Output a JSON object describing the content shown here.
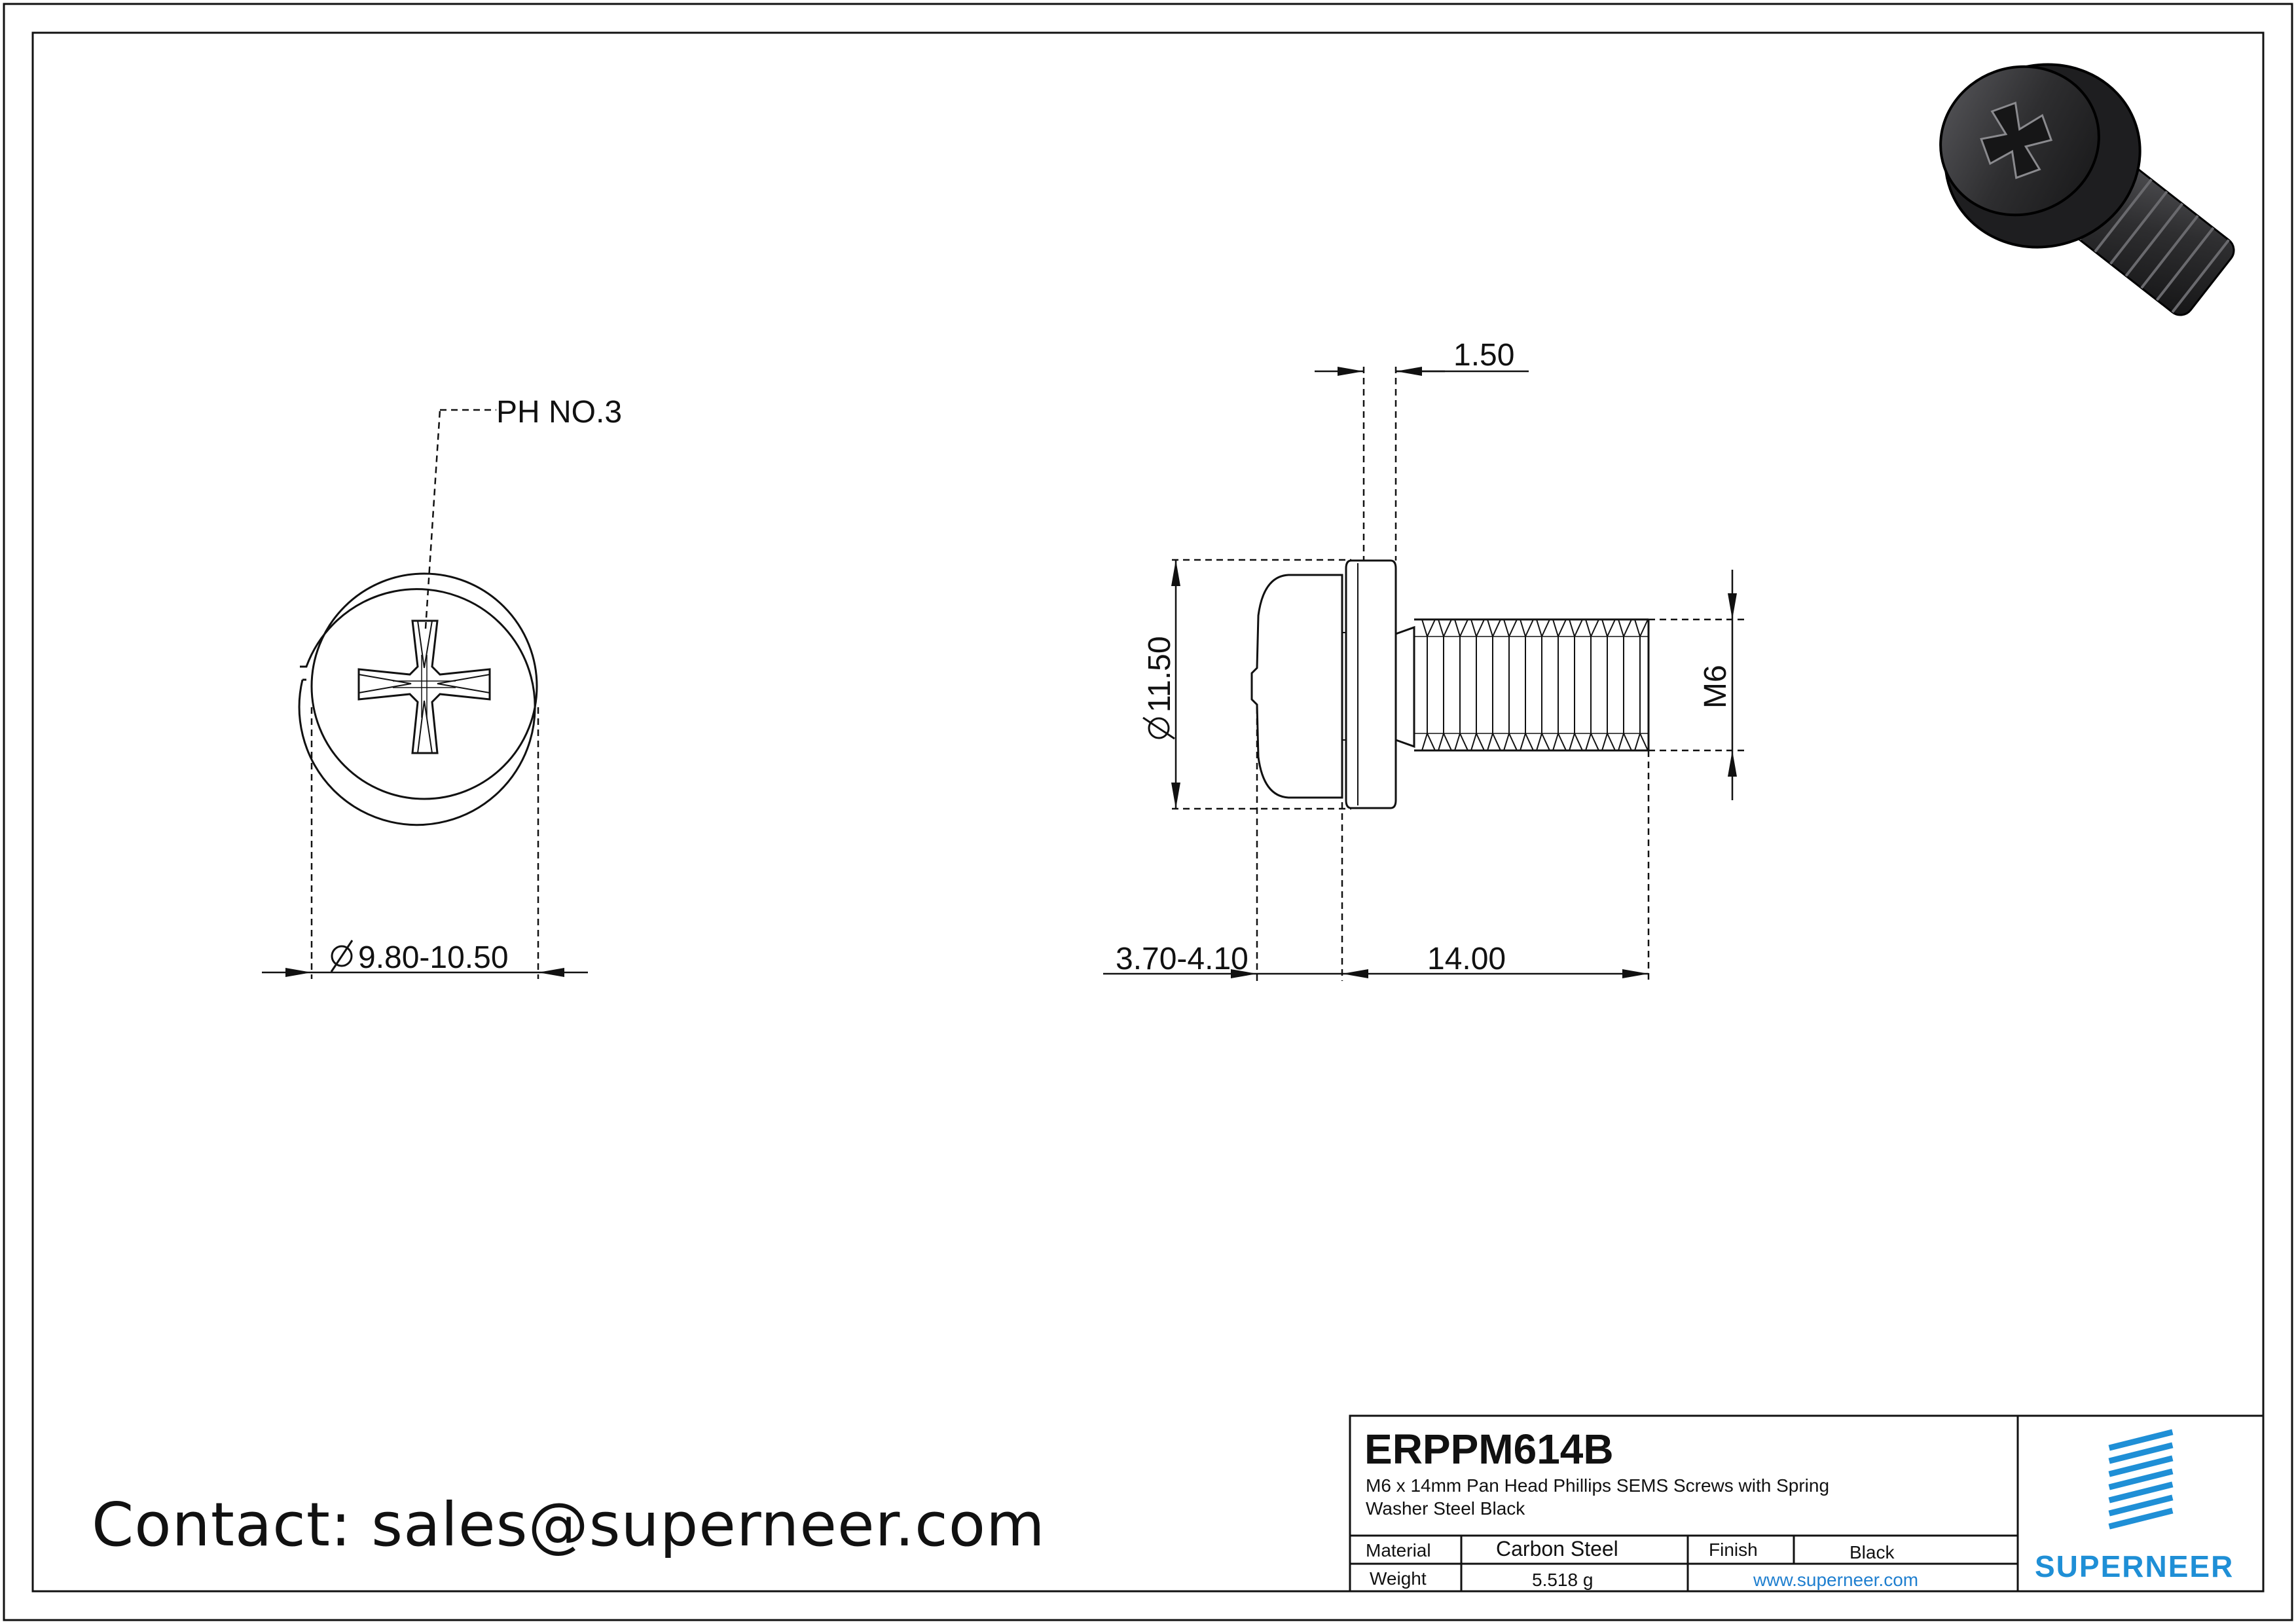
{
  "drawing": {
    "front_view": {
      "callout_drive": "PH NO.3",
      "dim_head_diameter": "9.80-10.50"
    },
    "side_view": {
      "dim_washer_thickness": "1.50",
      "dim_washer_diameter": "11.50",
      "dim_thread": "M6",
      "dim_head_height": "3.70-4.10",
      "dim_length": "14.00"
    }
  },
  "title_block": {
    "part_number": "ERPPM614B",
    "description_line1": "M6 x 14mm Pan Head Phillips SEMS Screws with Spring",
    "description_line2": "Washer Steel Black",
    "material_label": "Material",
    "material_value": "Carbon Steel",
    "finish_label": "Finish",
    "finish_value": "Black",
    "weight_label": "Weight",
    "weight_value": "5.518 g",
    "website": "www.superneer.com",
    "brand": "SUPERNEER"
  },
  "contact": "Contact: sales@superneer.com",
  "colors": {
    "line": "#111111",
    "brand_blue": "#1f8fd6",
    "website_blue": "#1f7fcf",
    "render_body": "#2e2e30"
  }
}
